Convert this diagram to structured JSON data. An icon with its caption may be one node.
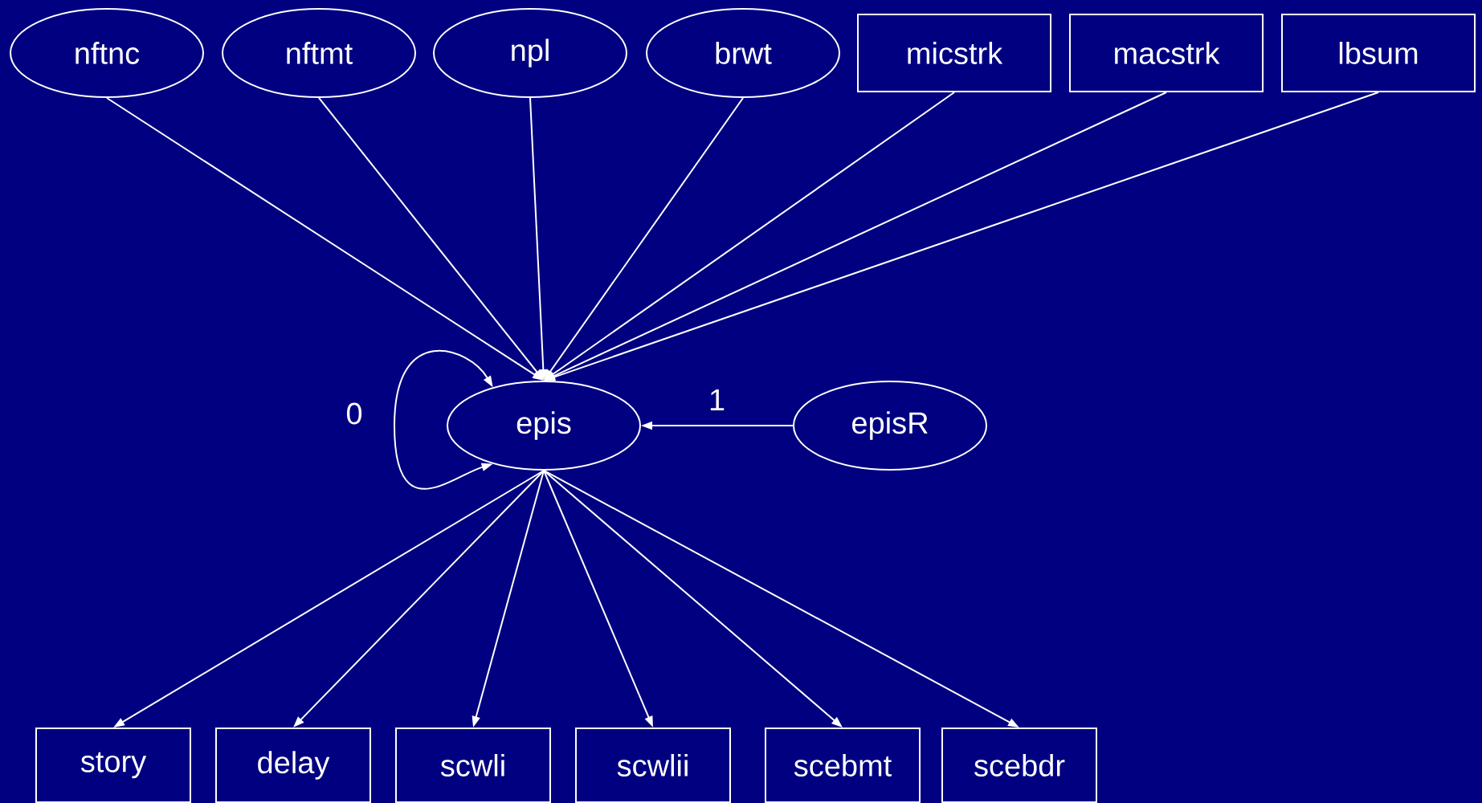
{
  "diagram": {
    "nodes": [
      {
        "text": [
          "nftnc"
        ]
      },
      {
        "text": [
          "nftmt"
        ]
      },
      {
        "text": [
          "npl"
        ]
      },
      {
        "text": [
          "brwt"
        ]
      },
      {
        "text": [
          "micstrk"
        ]
      },
      {
        "text": [
          "macstrk"
        ]
      },
      {
        "text": [
          "lbsum"
        ]
      },
      {
        "text": [
          "epis"
        ]
      },
      {
        "text": [
          "episR"
        ]
      },
      {
        "text": [
          "story"
        ]
      },
      {
        "text": [
          "delay"
        ]
      },
      {
        "text": [
          "scwli"
        ]
      },
      {
        "text": [
          "scwlii"
        ]
      },
      {
        "text": [
          "scebmt"
        ]
      },
      {
        "text": [
          "scebdr"
        ]
      }
    ],
    "edges": [
      {
        "from": 0,
        "to": 7,
        "arrow": "to"
      },
      {
        "from": 1,
        "to": 7,
        "arrow": "to"
      },
      {
        "from": 2,
        "to": 7,
        "arrow": "to"
      },
      {
        "from": 3,
        "to": 7,
        "arrow": "to"
      },
      {
        "from": 4,
        "to": 7,
        "arrow": "to"
      },
      {
        "from": 5,
        "to": 7,
        "arrow": "to"
      },
      {
        "from": 6,
        "to": 7,
        "arrow": "to"
      },
      {
        "from": 7,
        "to": 7,
        "arrow": "both",
        "label": "0"
      },
      {
        "from": 8,
        "to": 7,
        "arrow": "to",
        "label": "1"
      },
      {
        "from": 7,
        "to": 9,
        "arrow": "to"
      },
      {
        "from": 7,
        "to": 10,
        "arrow": "to"
      },
      {
        "from": 7,
        "to": 11,
        "arrow": "to"
      },
      {
        "from": 7,
        "to": 12,
        "arrow": "to"
      },
      {
        "from": 7,
        "to": 13,
        "arrow": "to"
      },
      {
        "from": 7,
        "to": 14,
        "arrow": "to"
      }
    ]
  }
}
